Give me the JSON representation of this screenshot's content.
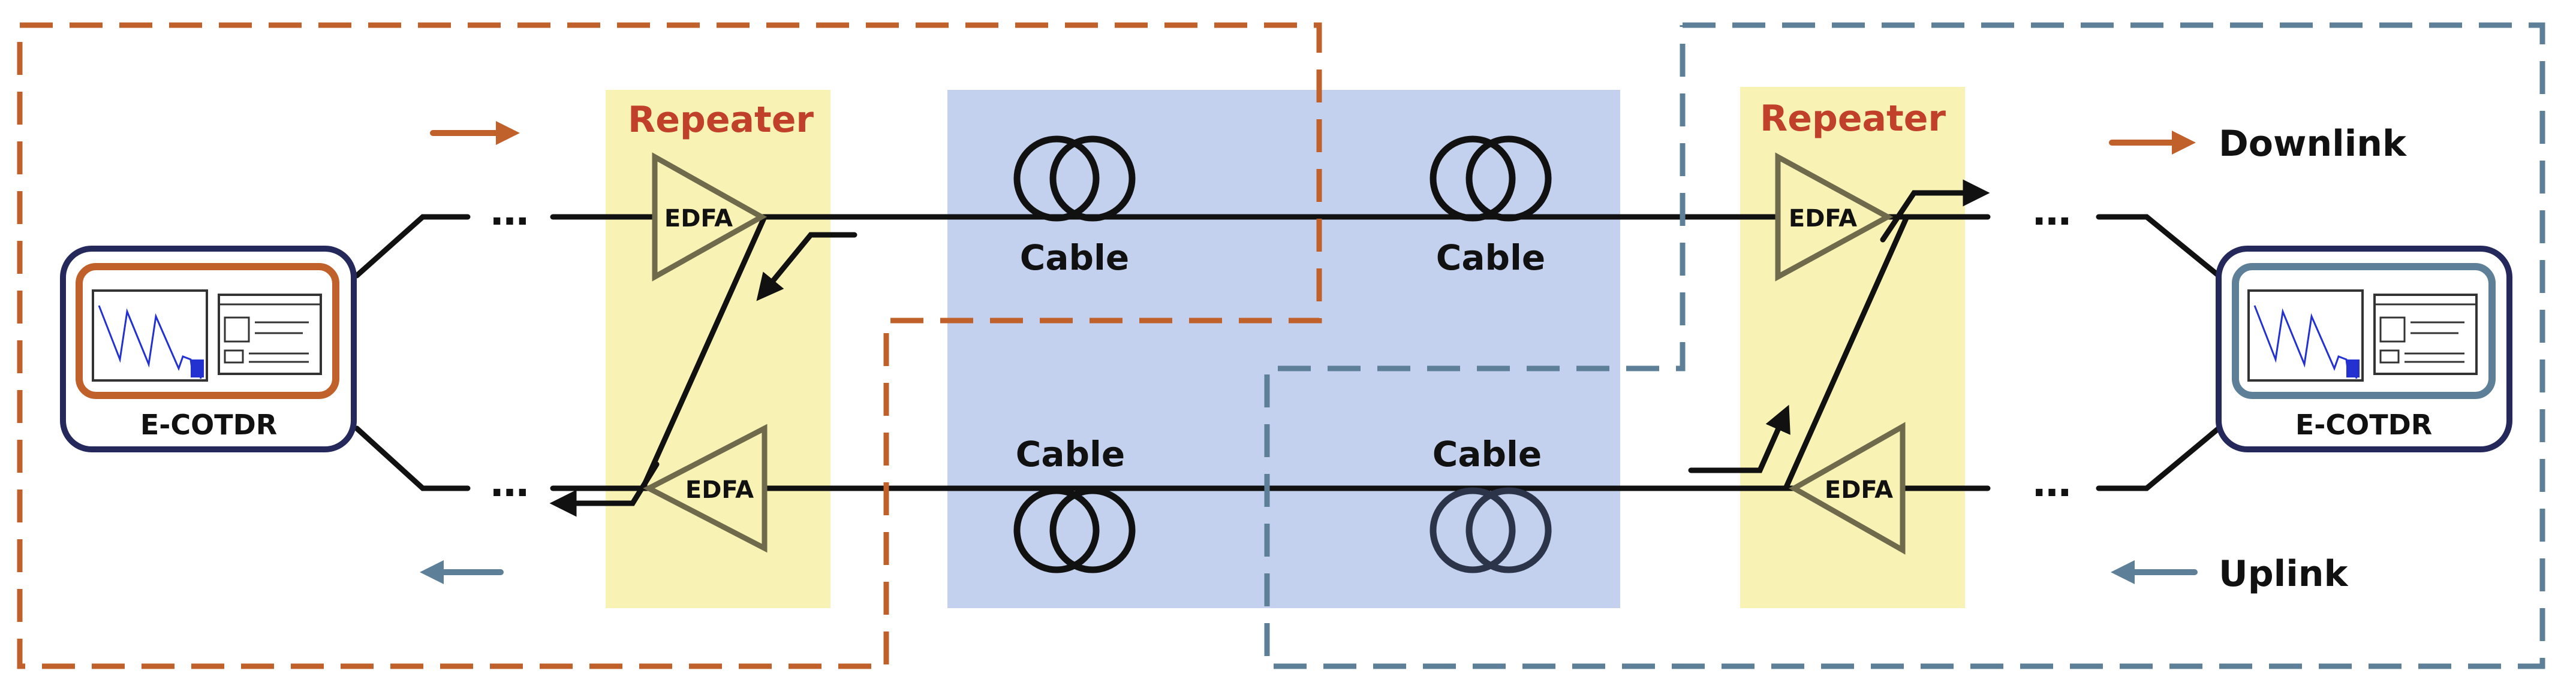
{
  "diagram": {
    "labels": {
      "repeater_left": "Repeater",
      "repeater_right": "Repeater",
      "edfa_left_top": "EDFA",
      "edfa_left_bottom": "EDFA",
      "edfa_right_top": "EDFA",
      "edfa_right_bottom": "EDFA",
      "cable_top_left": "Cable",
      "cable_top_right": "Cable",
      "cable_bottom_left": "Cable",
      "cable_bottom_right": "Cable",
      "ecotdr_left": "E-COTDR",
      "ecotdr_right": "E-COTDR",
      "dots": "…",
      "legend_downlink": "Downlink",
      "legend_uplink": "Uplink"
    },
    "colors": {
      "orange": "#c0602a",
      "steel_blue": "#5d8098",
      "repeater_fill": "#f8f3b4",
      "cable_fill": "#c3d1ef",
      "edfa_stroke": "#6f6a4c",
      "repeater_text": "#c0402a",
      "device_border": "#25285a",
      "line": "#111111"
    },
    "icons": [
      "fiber-coil-icon",
      "edfa-amplifier-icon",
      "ecotdr-screen-icon",
      "arrow-icon"
    ]
  }
}
